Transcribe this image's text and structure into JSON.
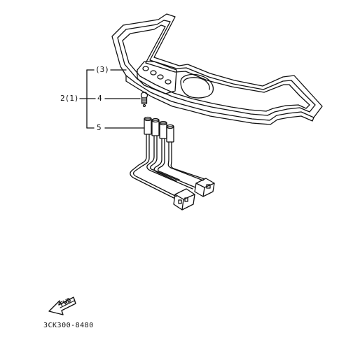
{
  "callouts": {
    "assembly": "2(1)",
    "part3": "(3)",
    "part4": "4",
    "part5": "5"
  },
  "fwd_label": "FWD",
  "diagram_code": "3CK300-8480",
  "colors": {
    "ink": "#111111",
    "paper": "#ffffff"
  }
}
